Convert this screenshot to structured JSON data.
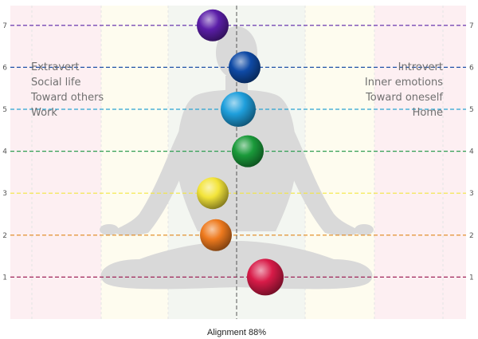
{
  "chart_data": {
    "type": "scatter",
    "xlabel": "Alignment 88%",
    "ylim": [
      0,
      7.45
    ],
    "xlim": [
      -10,
      10
    ],
    "y_ticks": [
      "1",
      "2",
      "3",
      "4",
      "5",
      "6",
      "7"
    ],
    "left_labels": [
      "Extravert",
      "Social life",
      "Toward others",
      "Work"
    ],
    "right_labels": [
      "Introvert",
      "Inner emotions",
      "Toward oneself",
      "Home"
    ],
    "points": [
      {
        "level": 1,
        "x": 1.8,
        "color": "#d81b48"
      },
      {
        "level": 2,
        "x": -1.3,
        "color": "#ee7a1e"
      },
      {
        "level": 3,
        "x": -1.5,
        "color": "#f3e43a"
      },
      {
        "level": 4,
        "x": 0.7,
        "color": "#1a9a3a"
      },
      {
        "level": 5,
        "x": 0.1,
        "color": "#1f9fdc"
      },
      {
        "level": 6,
        "x": 0.5,
        "color": "#0f4aa6"
      },
      {
        "level": 7,
        "x": -1.5,
        "color": "#5b1ea8"
      }
    ],
    "level_line_colors": [
      "#a0265a",
      "#e0861a",
      "#f2e640",
      "#2f9e52",
      "#2aa3d2",
      "#2052a8",
      "#5a23a8"
    ],
    "background_bands": [
      "#fdeff2",
      "#fefcef",
      "#f3f6f1",
      "#fefcef",
      "#fdeff2"
    ]
  }
}
